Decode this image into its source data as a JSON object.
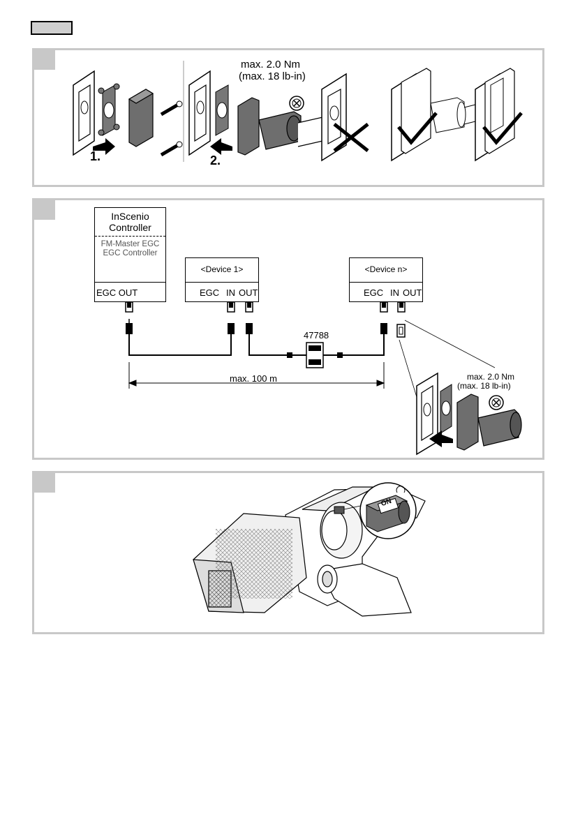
{
  "panel1": {
    "step1_label": "1.",
    "step2_label": "2.",
    "torque_line1": "max. 2.0 Nm",
    "torque_line2": "(max. 18 lb-in)"
  },
  "panel2": {
    "controller": {
      "title_line1": "InScenio",
      "title_line2": "Controller",
      "sub_line1": "FM-Master EGC",
      "sub_line2": "EGC Controller",
      "port_label": "EGC OUT"
    },
    "device1": {
      "title": "<Device 1>",
      "port_egc": "EGC",
      "port_in": "IN",
      "port_out": "OUT"
    },
    "devicen": {
      "title": "<Device n>",
      "port_egc": "EGC",
      "port_in": "IN",
      "port_out": "OUT"
    },
    "connector_part": "47788",
    "cable_length": "max. 100 m",
    "torque_line1": "max. 2.0 Nm",
    "torque_line2": "(max. 18 lb-in)"
  },
  "panel3": {
    "switch_label": "ON"
  },
  "colors": {
    "panel_border": "#c8c8c8",
    "part_gray": "#6e6e6e",
    "line": "#000000"
  }
}
